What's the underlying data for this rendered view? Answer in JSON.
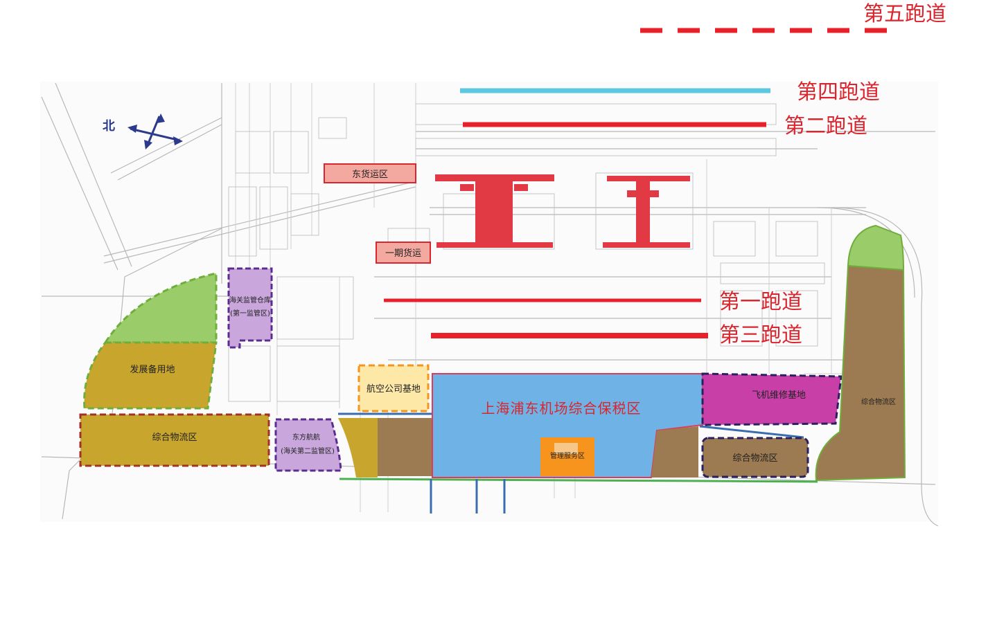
{
  "north_label": "北",
  "runways": {
    "fifth": "第五跑道",
    "fourth": "第四跑道",
    "second": "第二跑道",
    "first": "第一跑道",
    "third": "第三跑道"
  },
  "zones": {
    "east_cargo": "东货运区",
    "phase1_cargo": "一期货运",
    "customs_warehouse_a": "海关监管仓库",
    "customs_warehouse_b": "(第一监管区)",
    "reserve_land": "发展备用地",
    "logistics_west": "综合物流区",
    "eastern_airlines_a": "东方航航",
    "eastern_airlines_b": "(海关第二监管区)",
    "airline_base": "航空公司基地",
    "free_trade_zone": "上海浦东机场综合保税区",
    "service_center": "管理服务区",
    "aircraft_maintenance": "飞机维修基地",
    "logistics_south": "综合物流区",
    "logistics_east": "综合物流区"
  },
  "colors": {
    "runway_red": "#e8202a",
    "runway_cyan": "#5ec8e0",
    "free_trade_blue": "#6fb3e6",
    "reserve_green": "#9acd6a",
    "logistics_olive": "#c8a62e",
    "purple": "#c9a6dc",
    "magenta": "#c83fa8",
    "brown": "#9c7a52",
    "orange": "#f7941d",
    "cargo_pink": "#f4a9a0"
  }
}
